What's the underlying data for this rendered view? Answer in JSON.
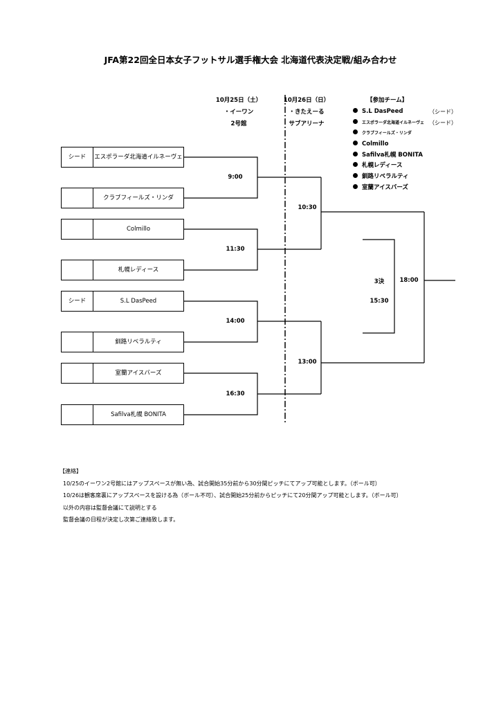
{
  "title": "JFA第22回全日本女子フットサル選手権大会 北海道代表決定戦/組み合わせ",
  "day1": {
    "date": "10月25日（土）",
    "venue_line1": "・イーワン",
    "venue_line2": "2号館"
  },
  "day2": {
    "date": "10月26日（日）",
    "venue_line1": "・きたえーる",
    "venue_line2": "サブアリーナ"
  },
  "participants": {
    "heading": "【参加チーム】",
    "teams": [
      {
        "name": "S.L DasPeed",
        "seed": "（シード）"
      },
      {
        "name": "エスポラーダ北海道イルネーヴェ",
        "seed": "（シード）"
      },
      {
        "name": "クラブフィールズ・リンダ",
        "seed": ""
      },
      {
        "name": "Colmillo",
        "seed": ""
      },
      {
        "name": "Safilva札幌 BONITA",
        "seed": ""
      },
      {
        "name": "札幌レディース",
        "seed": ""
      },
      {
        "name": "釧路リベラルティ",
        "seed": ""
      },
      {
        "name": "室蘭アイスバーズ",
        "seed": ""
      }
    ]
  },
  "bracket": {
    "slots": [
      {
        "seed": "シード",
        "name": "エスポラーダ北海道イルネーヴェ"
      },
      {
        "seed": "",
        "name": "クラブフィールズ・リンダ"
      },
      {
        "seed": "",
        "name": "Colmillo"
      },
      {
        "seed": "",
        "name": "札幌レディース"
      },
      {
        "seed": "シード",
        "name": "S.L DasPeed"
      },
      {
        "seed": "",
        "name": "釧路リベラルティ"
      },
      {
        "seed": "",
        "name": "室蘭アイスバーズ"
      },
      {
        "seed": "",
        "name": "Safilva札幌 BONITA"
      }
    ],
    "round1_times": [
      "9:00",
      "11:30",
      "14:00",
      "16:30"
    ],
    "semi_times": [
      "10:30",
      "13:00"
    ],
    "third_place_label": "3決",
    "third_place_time": "15:30",
    "final_time": "18:00"
  },
  "notes": {
    "heading": "【連絡】",
    "lines": [
      "10/25のイーワン2号館にはアップスペースが無い為、試合開始35分前から30分間ピッチにてアップ可能とします。（ボール可）",
      "10/26は観客席裏にアップスペースを設ける為（ボール不可）、試合開始25分前からピッチにて20分間アップ可能とします。（ボール可）",
      "以外の内容は監督会議にて説明とする",
      "監督会議の日程が決定し次第ご連絡致します。"
    ]
  }
}
